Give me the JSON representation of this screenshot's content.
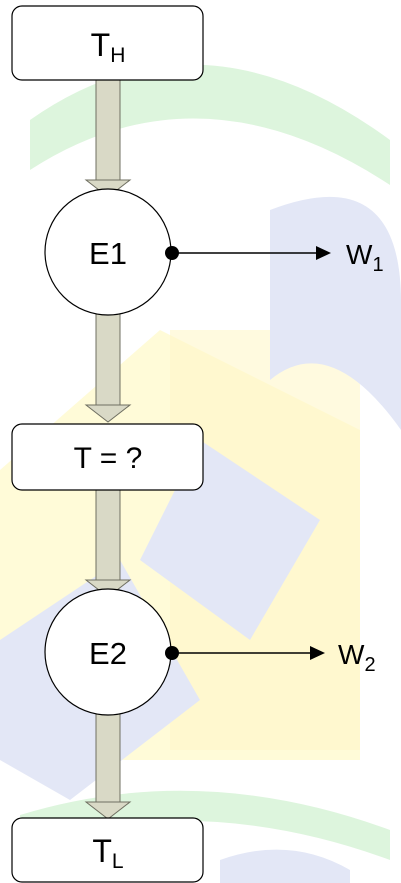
{
  "nodes": {
    "th": {
      "main": "T",
      "sub": "H"
    },
    "e1": {
      "label": "E1"
    },
    "t_mid": {
      "label": "T = ?"
    },
    "e2": {
      "label": "E2"
    },
    "tl": {
      "main": "T",
      "sub": "L"
    }
  },
  "outputs": {
    "w1": {
      "main": "W",
      "sub": "1"
    },
    "w2": {
      "main": "W",
      "sub": "2"
    }
  },
  "colors": {
    "background_watermark_yellow": "#fffbd8",
    "background_watermark_green": "#ddf5dd",
    "background_watermark_blue": "#e3e7f6",
    "arrow_fill": "#d9d9c6",
    "arrow_stroke": "#6f6f61"
  }
}
